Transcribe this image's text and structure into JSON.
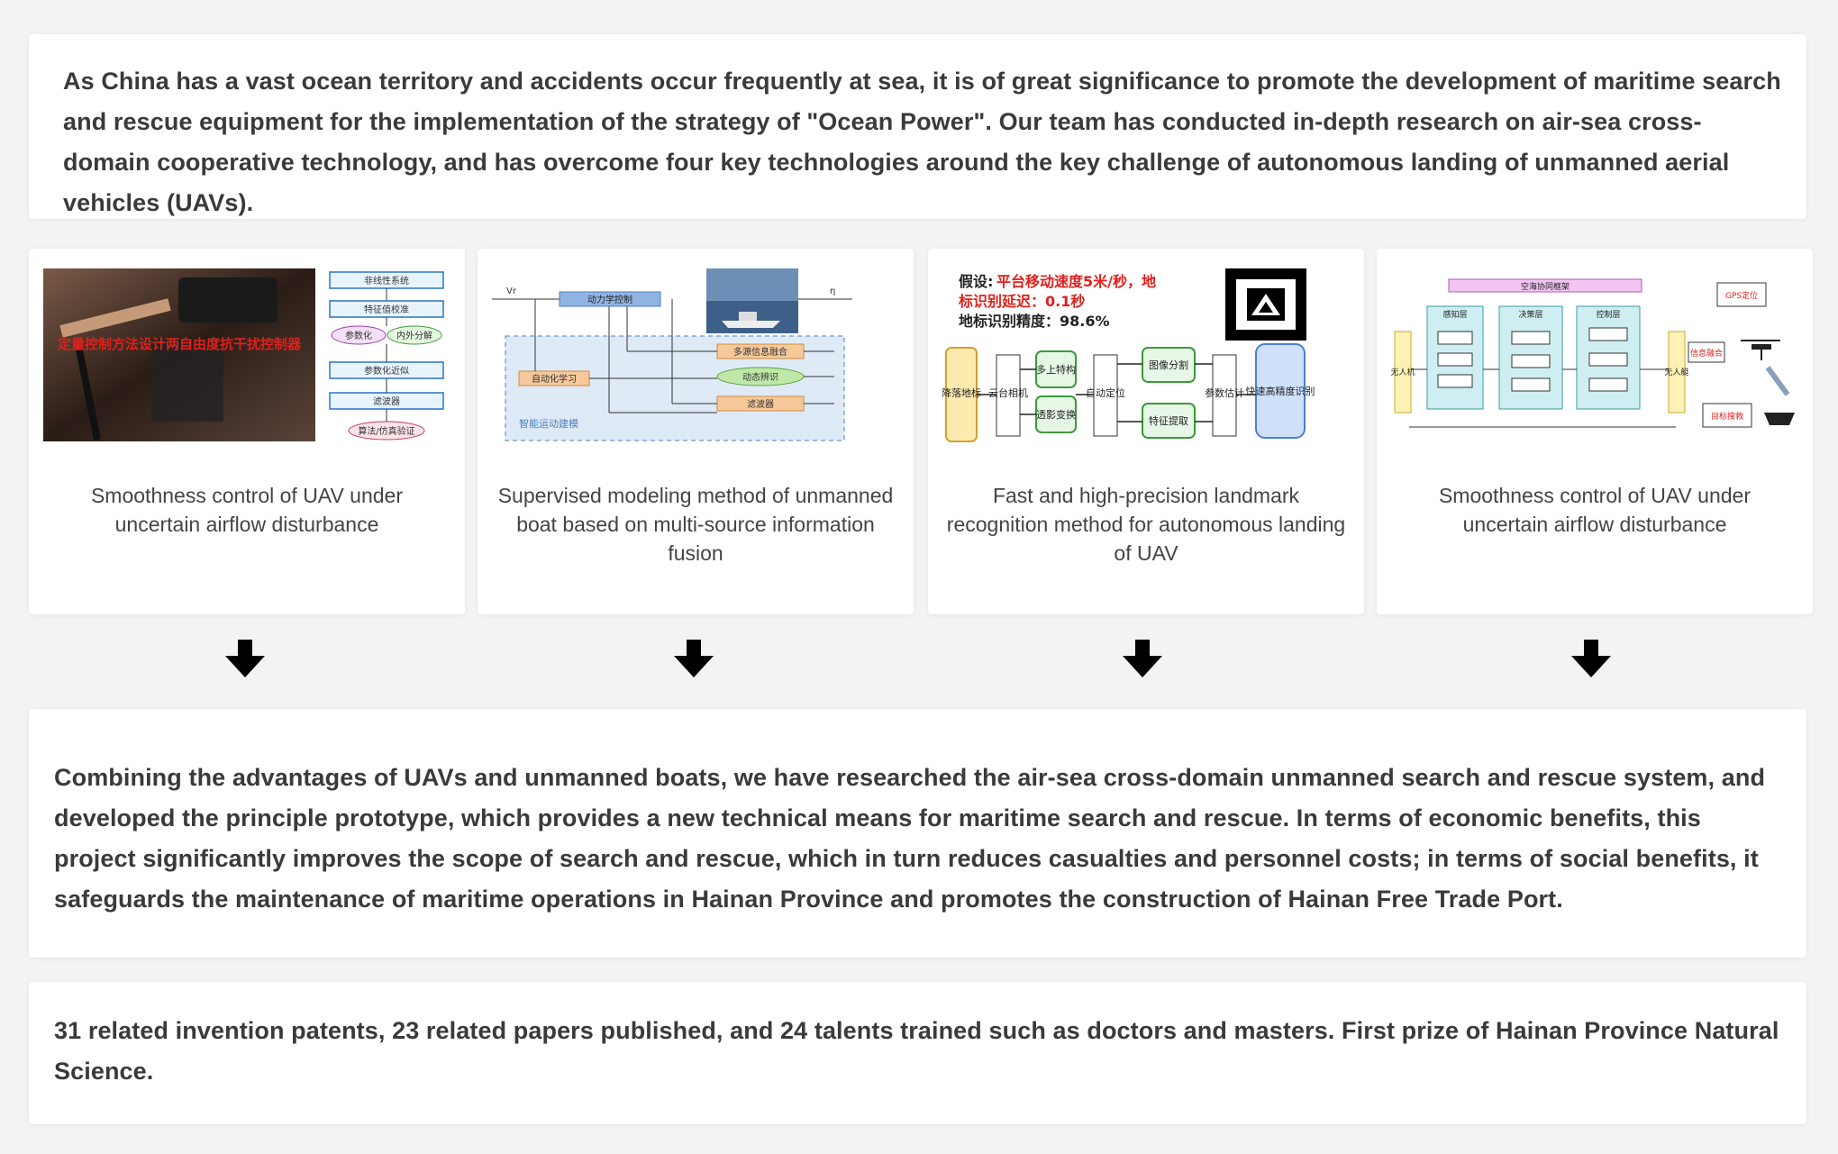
{
  "intro": {
    "text": "As China has a vast ocean territory and accidents occur frequently at sea, it is of great significance to promote the development of maritime search and rescue equipment for the implementation of the strategy of \"Ocean Power\". Our team has conducted in-depth research on air-sea cross-domain cooperative technology, and has overcome four key technologies around the key challenge of autonomous landing of unmanned aerial vehicles (UAVs)."
  },
  "technologies": [
    {
      "caption": "Smoothness control of UAV under uncertain airflow disturbance",
      "figure_labels": {
        "banner": "定量控制方法设计两自由度抗干扰控制器",
        "box1": "非线性系统",
        "box2": "特征值校准",
        "box3a": "参数化",
        "box3b": "内外分解",
        "box4": "参数化近似",
        "box5": "滤波器",
        "box6": "算法/仿真验证"
      }
    },
    {
      "caption": "Supervised modeling method of unmanned boat based on multi-source information fusion",
      "figure_labels": {
        "top": "动力学控制",
        "left": "自动化学习",
        "r1": "多源信息融合",
        "r2": "动态辨识",
        "r3": "滤波器",
        "region": "智能运动建模",
        "in": "Vr",
        "out": "η"
      }
    },
    {
      "caption": "Fast and high-precision landmark recognition method for autonomous landing of UAV",
      "figure_labels": {
        "assume": "假设:",
        "line1": "平台移动速度5米/秒，地",
        "line2": "标识别延迟：0.1秒",
        "line3": "地标识别精度：98.6%",
        "n1": "降落地标",
        "n2": "云台相机",
        "n3a": "多上特构",
        "n3b": "透影变换",
        "n4": "自动定位",
        "n5a": "图像分割",
        "n5b": "特征提取",
        "n6": "参数估计",
        "n7": "快速高精度识别"
      }
    },
    {
      "caption": "Smoothness control of UAV under uncertain airflow disturbance",
      "figure_labels": {
        "top": "空海协同框架",
        "left": "无人机",
        "right": "无人艇",
        "c1": "感知层",
        "c2": "决策层",
        "c3": "控制层",
        "g1": "GPS定位",
        "g2": "信息融合",
        "g3": "目标搜救"
      }
    }
  ],
  "summary": {
    "text": "Combining the advantages of UAVs and unmanned boats, we have researched the air-sea cross-domain unmanned search and rescue system, and developed the principle prototype, which provides a new technical means for maritime search and rescue. In terms of economic benefits, this project significantly improves the scope of search and rescue, which in turn reduces casualties and personnel costs; in terms of social benefits, it safeguards the maintenance of maritime operations in Hainan Province and promotes the construction of Hainan Free Trade Port."
  },
  "results": {
    "text": "31 related invention patents, 23 related papers published, and 24 talents trained such as doctors and masters. First prize of Hainan Province Natural Science."
  },
  "colors": {
    "background": "#f3f3f3",
    "card": "#ffffff",
    "arrow": "#000000",
    "accent_red": "#e0201b",
    "accent_blue": "#4a90e2"
  }
}
